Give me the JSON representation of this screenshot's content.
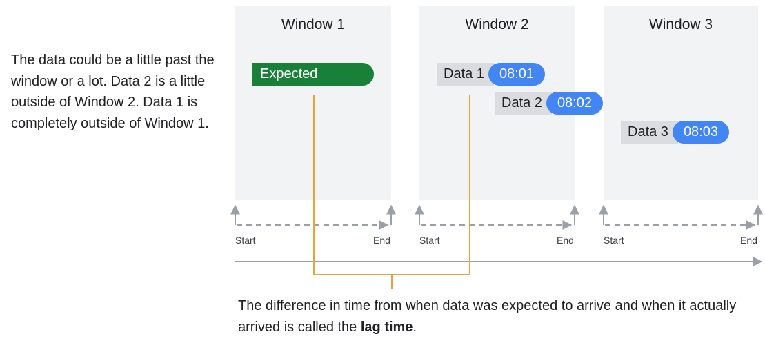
{
  "description": {
    "text": "The data could be a little past the window or a lot. Data 2 is a little outside of Window 2. Data 1 is completely outside of Window 1."
  },
  "windows": [
    {
      "title": "Window 1",
      "start_label": "Start",
      "end_label": "End"
    },
    {
      "title": "Window 2",
      "start_label": "Start",
      "end_label": "End"
    },
    {
      "title": "Window 3",
      "start_label": "Start",
      "end_label": "End"
    }
  ],
  "expected": {
    "label": "Expected",
    "color": "#188038"
  },
  "data_items": [
    {
      "label": "Data 1",
      "time": "08:01"
    },
    {
      "label": "Data 2",
      "time": "08:02"
    },
    {
      "label": "Data 3",
      "time": "08:03"
    }
  ],
  "colors": {
    "window_bg": "#f1f3f4",
    "data_label_bg": "#dadce0",
    "time_pill": "#4285f4",
    "lag_bracket": "#e8a33d",
    "axis": "#9aa0a6"
  },
  "caption": {
    "prefix": "The difference in time from when data was expected to arrive and when it actually arrived is called the ",
    "bold": "lag time",
    "suffix": "."
  }
}
